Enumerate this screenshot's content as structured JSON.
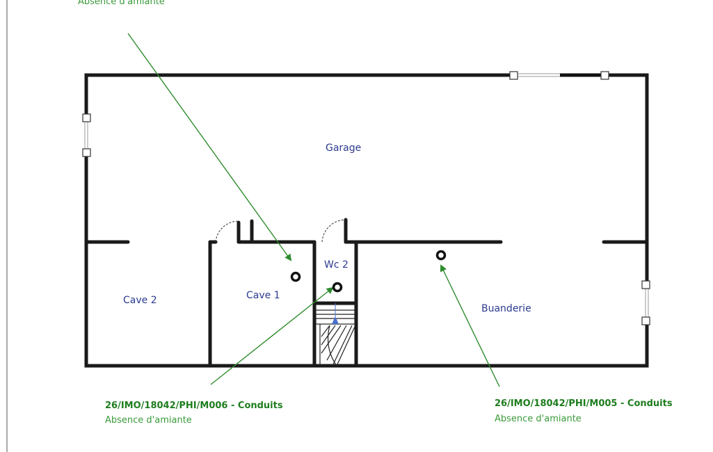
{
  "rooms": {
    "garage": "Garage",
    "cave2": "Cave 2",
    "cave1": "Cave 1",
    "wc2": "Wc 2",
    "buanderie": "Buanderie"
  },
  "annotations": {
    "top": {
      "sub": "Absence d'amiante"
    },
    "m006": {
      "code": "26/IMO/18042/PHI/M006 - Conduits",
      "sub": "Absence d'amiante"
    },
    "m005": {
      "code": "26/IMO/18042/PHI/M005 - Conduits",
      "sub": "Absence d'amiante"
    }
  },
  "colors": {
    "wall": "#1a1a1a",
    "room_label": "#2b3a8f",
    "annotation_line": "#2e8b2e",
    "annotation_text": "#1e7d1e",
    "stair_arrow": "#4a6fd0"
  },
  "icons": {
    "sample_marker": "ring-marker-icon",
    "window": "window-icon",
    "door": "door-swing-icon",
    "stairs": "staircase-icon"
  }
}
